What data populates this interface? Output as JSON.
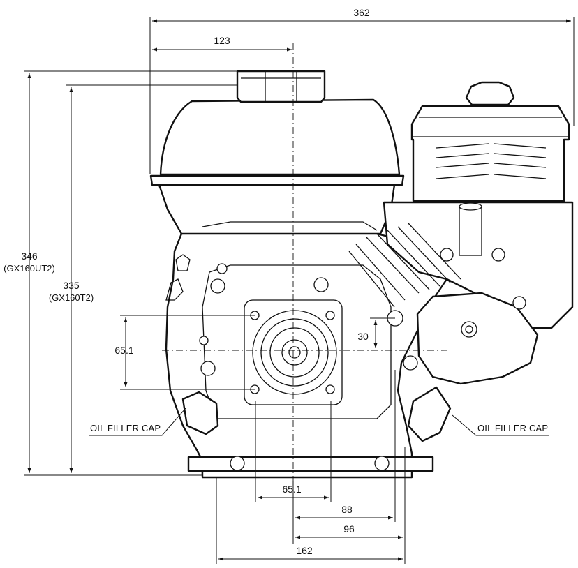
{
  "dimensions": {
    "overall_width": "362",
    "tank_offset": "123",
    "height_ut2": "346",
    "model_ut2": "(GX160UT2)",
    "height_t2": "335",
    "model_t2": "(GX160T2)",
    "mount_vertical": "65.1",
    "shaft_offset": "30",
    "mount_horizontal": "65.1",
    "base_88": "88",
    "base_96": "96",
    "base_162": "162"
  },
  "callouts": {
    "oil_filler_left": "OIL FILLER CAP",
    "oil_filler_right": "OIL FILLER CAP"
  }
}
